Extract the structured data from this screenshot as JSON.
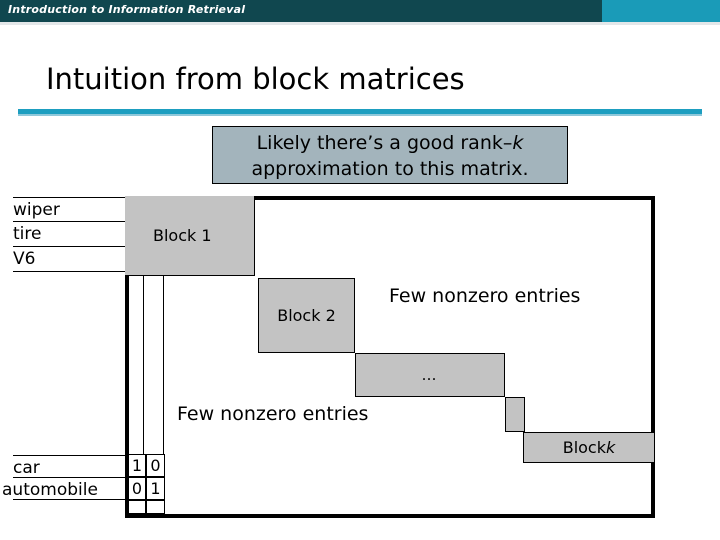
{
  "banner": {
    "title": "Introduction to Information Retrieval",
    "dark_color": "#10474f",
    "accent_color": "#1a9bb8"
  },
  "slide": {
    "title": "Intuition from block matrices",
    "rule_color": "#1d9ec0"
  },
  "callout": {
    "line1_prefix": "Likely there’s a good rank–",
    "line1_italic": "k",
    "line2": "approximation to this matrix.",
    "background": "#a3b4bc"
  },
  "matrix": {
    "block_fill": "#c3c3c3",
    "border_color": "#000000",
    "blocks": [
      {
        "id": "block-1",
        "label_prefix": "Block 1",
        "label_italic": ""
      },
      {
        "id": "block-2",
        "label_prefix": "Block 2",
        "label_italic": ""
      },
      {
        "id": "block-ellipsis",
        "label_prefix": "…",
        "label_italic": ""
      },
      {
        "id": "block-step",
        "label_prefix": "",
        "label_italic": ""
      },
      {
        "id": "block-k",
        "label_prefix": "Block ",
        "label_italic": "k"
      }
    ],
    "annotations": [
      {
        "id": "few-nonzero-1",
        "text": "Few nonzero entries"
      },
      {
        "id": "few-nonzero-2",
        "text": "Few nonzero entries"
      }
    ],
    "terms_top": [
      {
        "label": "wiper"
      },
      {
        "label": "tire"
      },
      {
        "label": "V6"
      }
    ],
    "terms_bottom": [
      {
        "label": "car"
      },
      {
        "label": "automobile"
      }
    ],
    "values": {
      "row_car": [
        "1",
        "0"
      ],
      "row_automobile": [
        "0",
        "1"
      ],
      "row_blank": [
        "",
        ""
      ]
    }
  }
}
